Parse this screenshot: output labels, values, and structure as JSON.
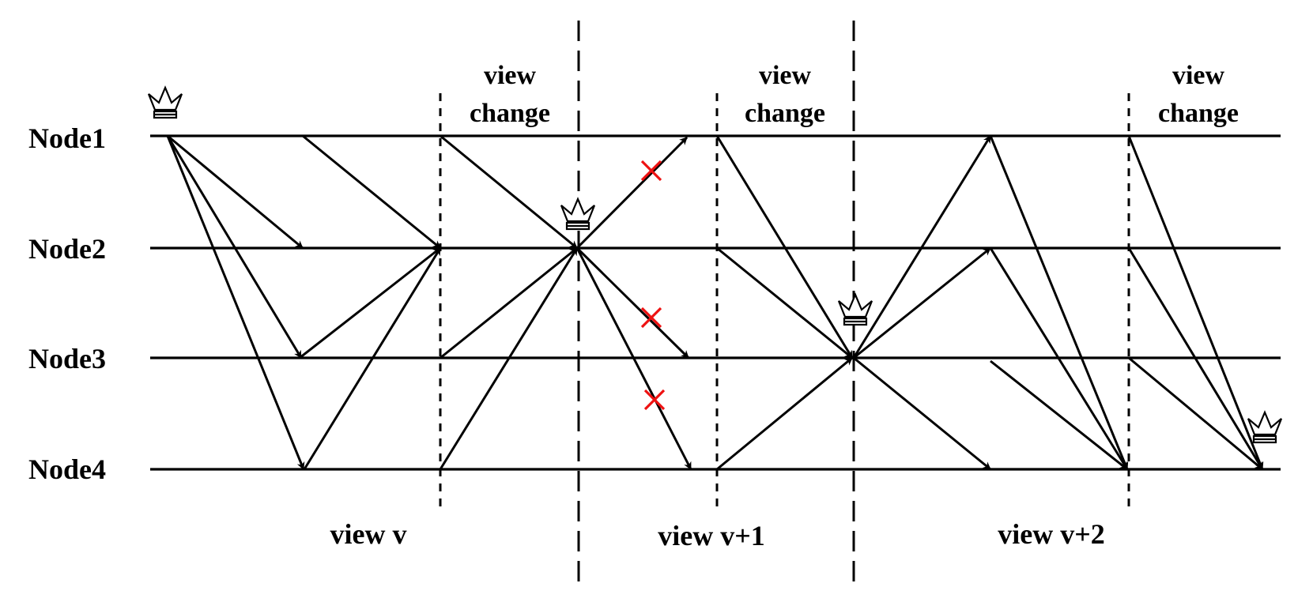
{
  "nodes": [
    "Node1",
    "Node2",
    "Node3",
    "Node4"
  ],
  "view_change_label": {
    "line1": "view",
    "line2": "change"
  },
  "views": [
    "view v",
    "view v+1",
    "view v+2"
  ],
  "icons": {
    "leader": "crown-icon",
    "message_lost": "red-cross-icon"
  },
  "colors": {
    "lines": "#000000",
    "lost_message": "#ee1111",
    "background": "#ffffff"
  }
}
